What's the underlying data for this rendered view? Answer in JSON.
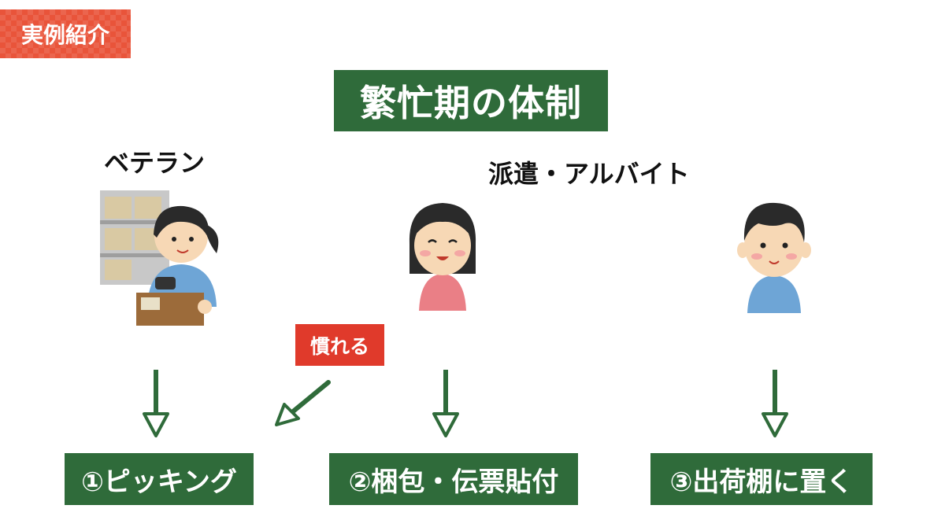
{
  "tag": "実例紹介",
  "title": "繁忙期の体制",
  "groups": {
    "veteran": "ベテラン",
    "temp": "派遣・アルバイト"
  },
  "badge": "慣れる",
  "steps": [
    {
      "label": "①ピッキング"
    },
    {
      "label": "②梱包・伝票貼付"
    },
    {
      "label": "③出荷棚に置く"
    }
  ],
  "colors": {
    "green": "#2f6b3a",
    "red": "#e03a2b",
    "orange": "#e9543a"
  },
  "icons": [
    "veteran-worker-illustration",
    "temp-woman-illustration",
    "temp-man-illustration",
    "down-arrow-icon",
    "diagonal-arrow-icon"
  ]
}
